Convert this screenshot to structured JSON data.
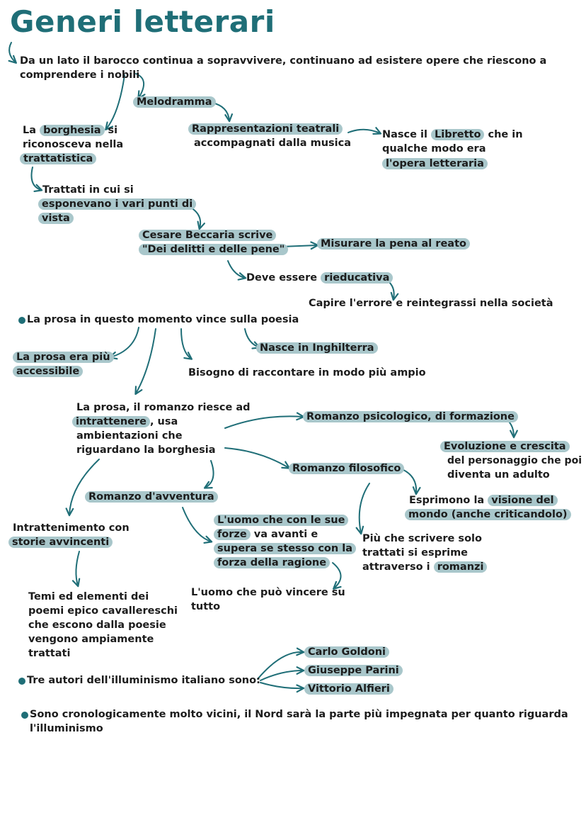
{
  "title": "Generi letterari",
  "colors": {
    "accent": "#1f6e77",
    "highlight": "#a9c7cb",
    "ink": "#1c1c1c"
  },
  "barocco": {
    "line1": "Da un lato il barocco continua a sopravvivere, continuano ad esistere opere che riescono a",
    "line2": "comprendere i nobili"
  },
  "melodramma": "Melodramma",
  "rappresentazioni": {
    "line1": "Rappresentazioni teatrali",
    "line2": "accompagnati dalla musica"
  },
  "libretto": {
    "pre": "Nasce il ",
    "hl": "Libretto",
    "post": " che in",
    "line2": "qualche modo era",
    "line3": "l'opera letteraria"
  },
  "borghesia": {
    "pre": "La ",
    "hl": "borghesia",
    "post": " si",
    "line2": "riconosceva nella",
    "line3": "trattatistica"
  },
  "trattati": {
    "line1": "Trattati in cui si",
    "line2": "esponevano i vari punti di",
    "line3": "vista"
  },
  "beccaria": {
    "line1": "Cesare Beccaria scrive",
    "line2": "\"Dei delitti e delle pene\""
  },
  "misurare": "Misurare la pena al reato",
  "rieducativa": {
    "pre": "Deve essere ",
    "hl": "rieducativa"
  },
  "capire": "Capire l'errore e reintegrassi nella società",
  "prosa_vince": "La prosa in questo momento vince sulla poesia",
  "prosa_accessibile": {
    "line1": "La prosa era più",
    "line2": "accessibile"
  },
  "inghilterra": "Nasce in Inghilterra",
  "bisogno": "Bisogno di raccontare in modo più ampio",
  "romanzo_intrattenere": {
    "line1": "La prosa, il romanzo riesce ad",
    "hl": "intrattenere",
    "post": ", usa",
    "line3": "ambientazioni che",
    "line4": "riguardano la borghesia"
  },
  "psicologico": "Romanzo psicologico, di formazione",
  "evoluzione": {
    "line1": "Evoluzione e crescita",
    "line2": "del personaggio che poi",
    "line3": "diventa un adulto"
  },
  "filosofico": "Romanzo filosofico",
  "visione": {
    "pre": "Esprimono la ",
    "hl1": "visione del",
    "line2": "mondo (anche criticandolo)"
  },
  "avventura": "Romanzo d'avventura",
  "uomo_forza": {
    "line1": "L'uomo che con le sue",
    "hl2": "forze",
    "post2": " va avanti e",
    "line3": "supera se stesso con la",
    "line4": "forza della ragione"
  },
  "scrivere": {
    "line1": "Più che scrivere solo",
    "line2": "trattati si esprime",
    "pre3": "attraverso i ",
    "hl3": "romanzi"
  },
  "intrattenimento": {
    "line1": "Intrattenimento con",
    "line2": "storie avvincenti"
  },
  "uomo_vincere": {
    "line1": "L'uomo che può vincere su",
    "line2": "tutto"
  },
  "temi": {
    "line1": "Temi ed elementi dei",
    "line2": "poemi epico cavallereschi",
    "line3": "che escono dalla poesie",
    "line4": "vengono ampiamente",
    "line5": "trattati"
  },
  "tre_autori": "Tre autori dell'illuminismo italiano sono:",
  "autori": [
    "Carlo Goldoni",
    "Giuseppe Parini",
    "Vittorio Alfieri"
  ],
  "cronologia": {
    "line1": "Sono cronologicamente molto vicini, il Nord sarà la parte più impegnata per quanto riguarda",
    "line2": "l'illuminismo"
  }
}
